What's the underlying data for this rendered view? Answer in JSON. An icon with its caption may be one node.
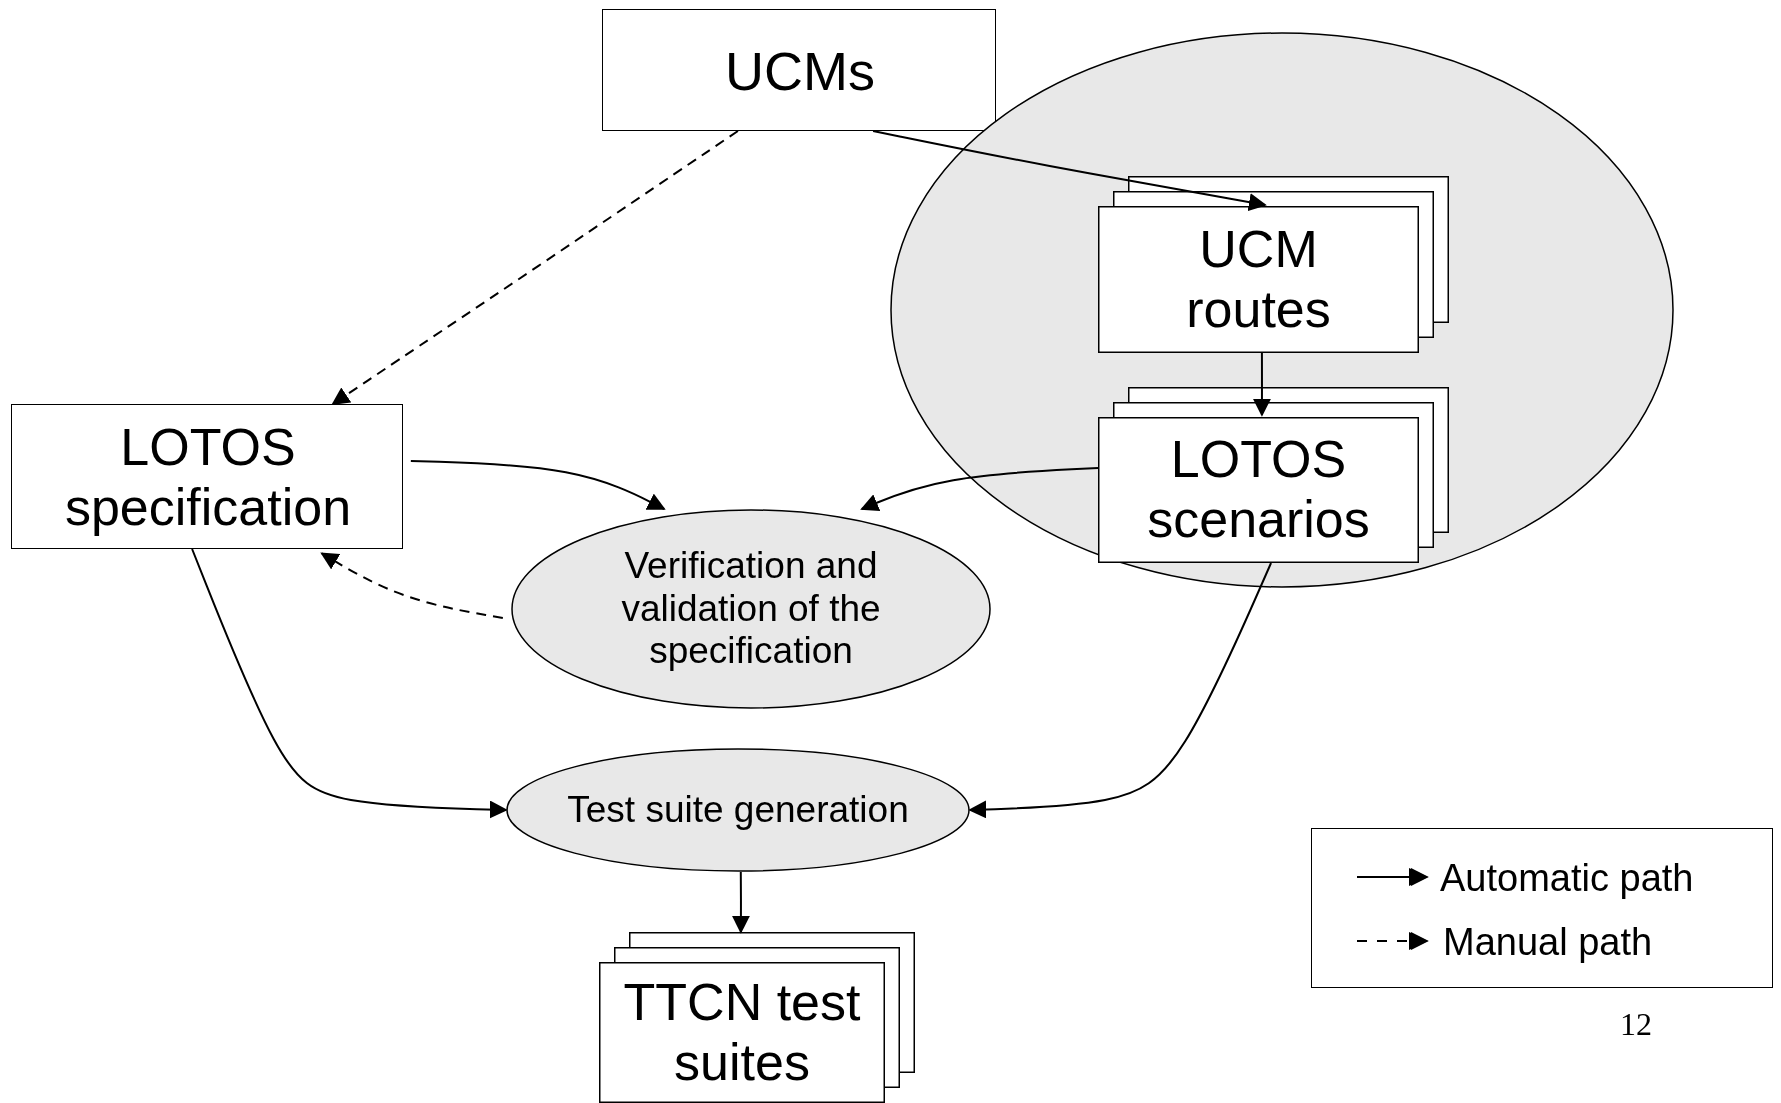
{
  "diagram": {
    "nodes": [
      {
        "text": [
          "UCMs"
        ]
      },
      {
        "text": [],
        "shape": "ellipse"
      },
      {
        "text": [
          "UCM routes"
        ],
        "in": 1
      },
      {
        "text": [
          "LOTOS scenarios"
        ],
        "in": 1
      },
      {
        "text": [
          "LOTOS specification"
        ]
      },
      {
        "text": [
          "Verification and validation of the specification"
        ]
      },
      {
        "text": [
          "Test suite generation"
        ]
      },
      {
        "text": [
          "TTCN test suites"
        ]
      }
    ],
    "edges": [
      {
        "from": 0,
        "to": 2,
        "arrow": "to"
      },
      {
        "from": 0,
        "to": 4,
        "arrow": "to",
        "style": "dashed"
      },
      {
        "from": 2,
        "to": 3,
        "arrow": "to"
      },
      {
        "from": 4,
        "to": 5,
        "arrow": "to"
      },
      {
        "from": 3,
        "to": 5,
        "arrow": "to"
      },
      {
        "from": 5,
        "to": 4,
        "arrow": "to",
        "style": "dashed"
      },
      {
        "from": 4,
        "to": 6,
        "arrow": "to"
      },
      {
        "from": 3,
        "to": 6,
        "arrow": "to"
      },
      {
        "from": 6,
        "to": 7,
        "arrow": "to"
      }
    ],
    "labels": [
      "12"
    ],
    "legend": [
      {
        "text": "Automatic path"
      },
      {
        "text": "Manual path"
      }
    ]
  }
}
